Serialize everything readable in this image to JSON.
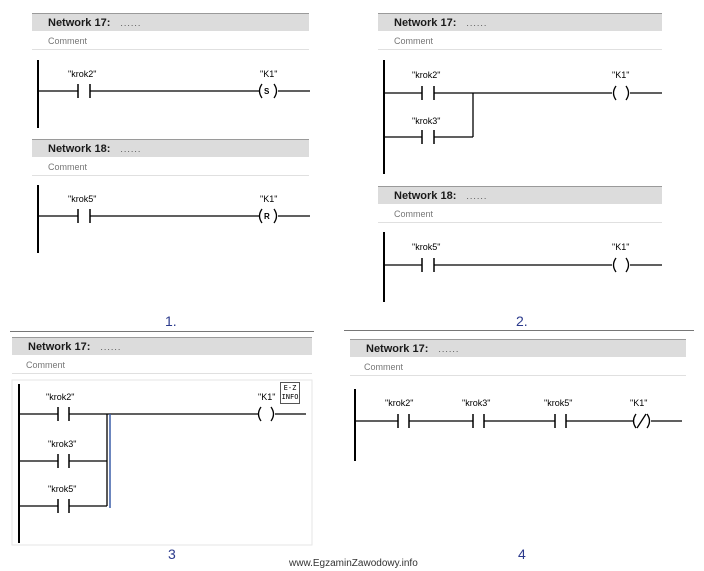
{
  "networks": {
    "n17": "Network 17:",
    "n18": "Network 18:",
    "dots": "......",
    "comment": "Comment"
  },
  "tags": {
    "krok2": "\"krok2\"",
    "krok3": "\"krok3\"",
    "krok5": "\"krok5\"",
    "k1": "\"K1\""
  },
  "coil_letters": {
    "set": "S",
    "reset": "R"
  },
  "captions": {
    "c1": "1.",
    "c2": "2.",
    "c3": "3",
    "c4": "4"
  },
  "badge_text": {
    "line1": "E-Z",
    "line2": "INFO"
  },
  "footer": "www.EgzaminZawodowy.info"
}
